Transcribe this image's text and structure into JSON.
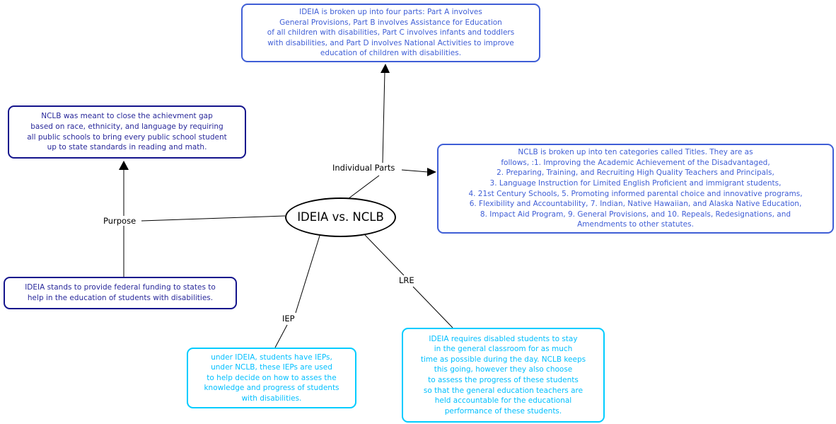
{
  "diagram": {
    "center_label": "IDEIA vs. NCLB",
    "edge_labels": {
      "individual_parts": "Individual Parts",
      "purpose": "Purpose",
      "iep": "IEP",
      "lre": "LRE"
    },
    "nodes": {
      "ideia_parts": "IDEIA is broken up into four parts: Part A involves\nGeneral Provisions, Part B involves Assistance for Education\nof all children with disabilities, Part C involves infants and toddlers\nwith disabilities, and Part D involves National Activities to improve\neducation of children with disabilities.",
      "nclb_purpose": "NCLB was meant to close the achievment gap\nbased on race, ethnicity, and language by requiring\nall public schools to bring every public school student\nup to state standards in reading and math.",
      "nclb_titles": "NCLB is broken up into ten categories called Titles. They are as\nfollows, :1. Improving the Academic Achievement of the Disadvantaged,\n2. Preparing, Training, and Recruiting High Quality Teachers and Principals,\n3. Language Instruction for Limited English Proficient and immigrant students,\n4. 21st Century Schools, 5. Promoting informed parental choice and innovative programs,\n6. Flexibility and Accountability, 7. Indian, Native Hawaiian, and Alaska Native Education,\n8. Impact Aid Program, 9. General Provisions, and 10. Repeals, Redesignations, and\nAmendments to other statutes.",
      "ideia_purpose": "IDEIA stands to provide federal funding to states to\nhelp in the education of students with disabilities.",
      "iep": "under IDEIA, students have IEPs,\nunder NCLB, these IEPs are used\nto help decide on how to asses the\nknowledge and progress of students\nwith disabilities.",
      "lre": "IDEIA requires disabled students to stay\nin the general classroom for as much\ntime as possible during the day. NCLB keeps\nthis going, however they also choose\nto assess the progress of these students\nso that the general education teachers are\nheld accountable for the educational\nperformance of these students."
    }
  },
  "colors": {
    "background": "#ffffff",
    "line": "#000000",
    "royal": "#3f5ed6",
    "navy_border": "#14148c",
    "navy_text": "#28289a",
    "cyan_border": "#00ccff",
    "cyan_text": "#00bfff"
  }
}
